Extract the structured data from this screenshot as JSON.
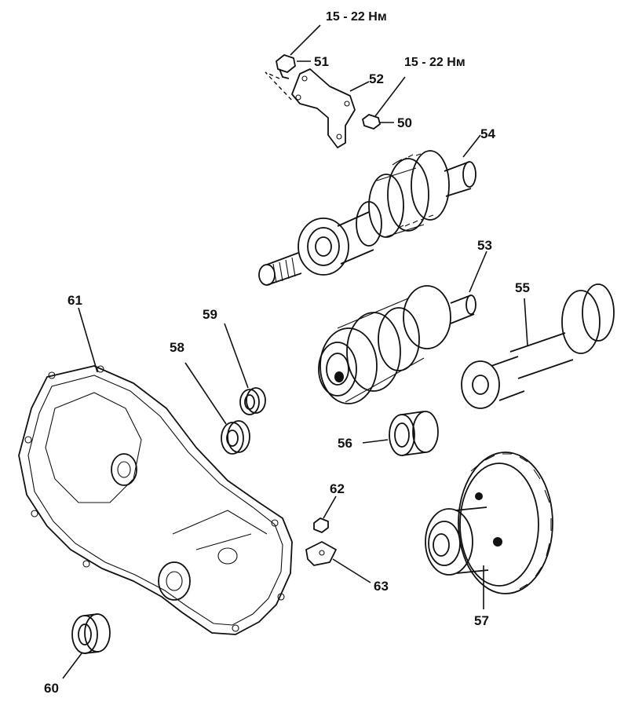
{
  "torque": {
    "t51": "15 - 22 Нм",
    "t50": "15 - 22 Нм"
  },
  "labels": {
    "p50": "50",
    "p51": "51",
    "p52": "52",
    "p53": "53",
    "p54": "54",
    "p55": "55",
    "p56": "56",
    "p57": "57",
    "p58": "58",
    "p59": "59",
    "p60": "60",
    "p61": "61",
    "p62": "62",
    "p63": "63"
  }
}
